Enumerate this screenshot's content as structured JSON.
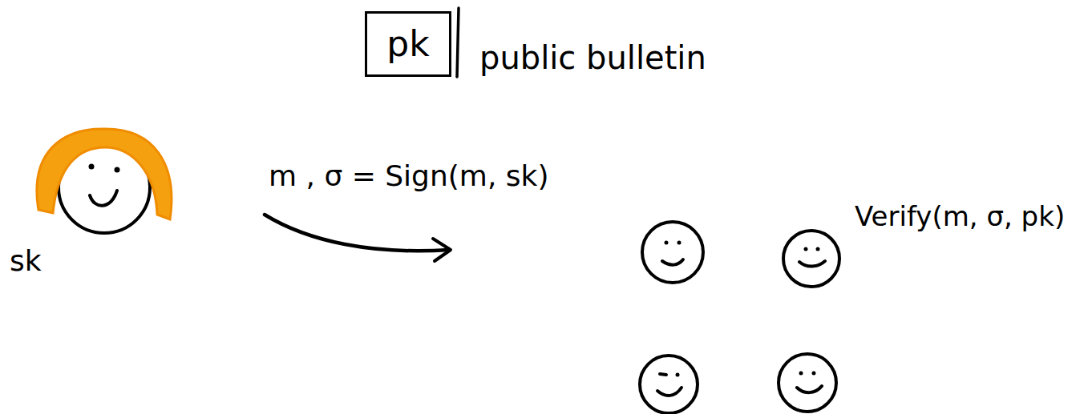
{
  "diagram": {
    "nodes": [
      {
        "text": [
          "pk"
        ]
      }
    ],
    "labels": [
      "public bulletin",
      "sk",
      "m , σ = Sign(m, sk)",
      "Verify(m, σ, pk)"
    ]
  }
}
